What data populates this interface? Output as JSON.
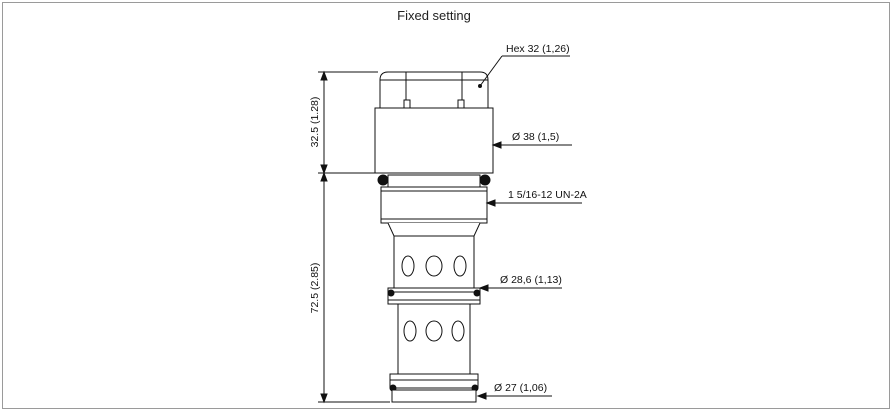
{
  "title": "Fixed setting",
  "callouts": {
    "hex": "Hex 32 (1,26)",
    "body_diameter": "Ø 38 (1,5)",
    "thread": "1 5/16-12 UN-2A",
    "mid_diameter": "Ø 28,6 (1,13)",
    "bottom_diameter": "Ø 27 (1,06)"
  },
  "dimensions": {
    "upper_height": "32.5 (1.28)",
    "lower_height": "72.5 (2.85)"
  }
}
